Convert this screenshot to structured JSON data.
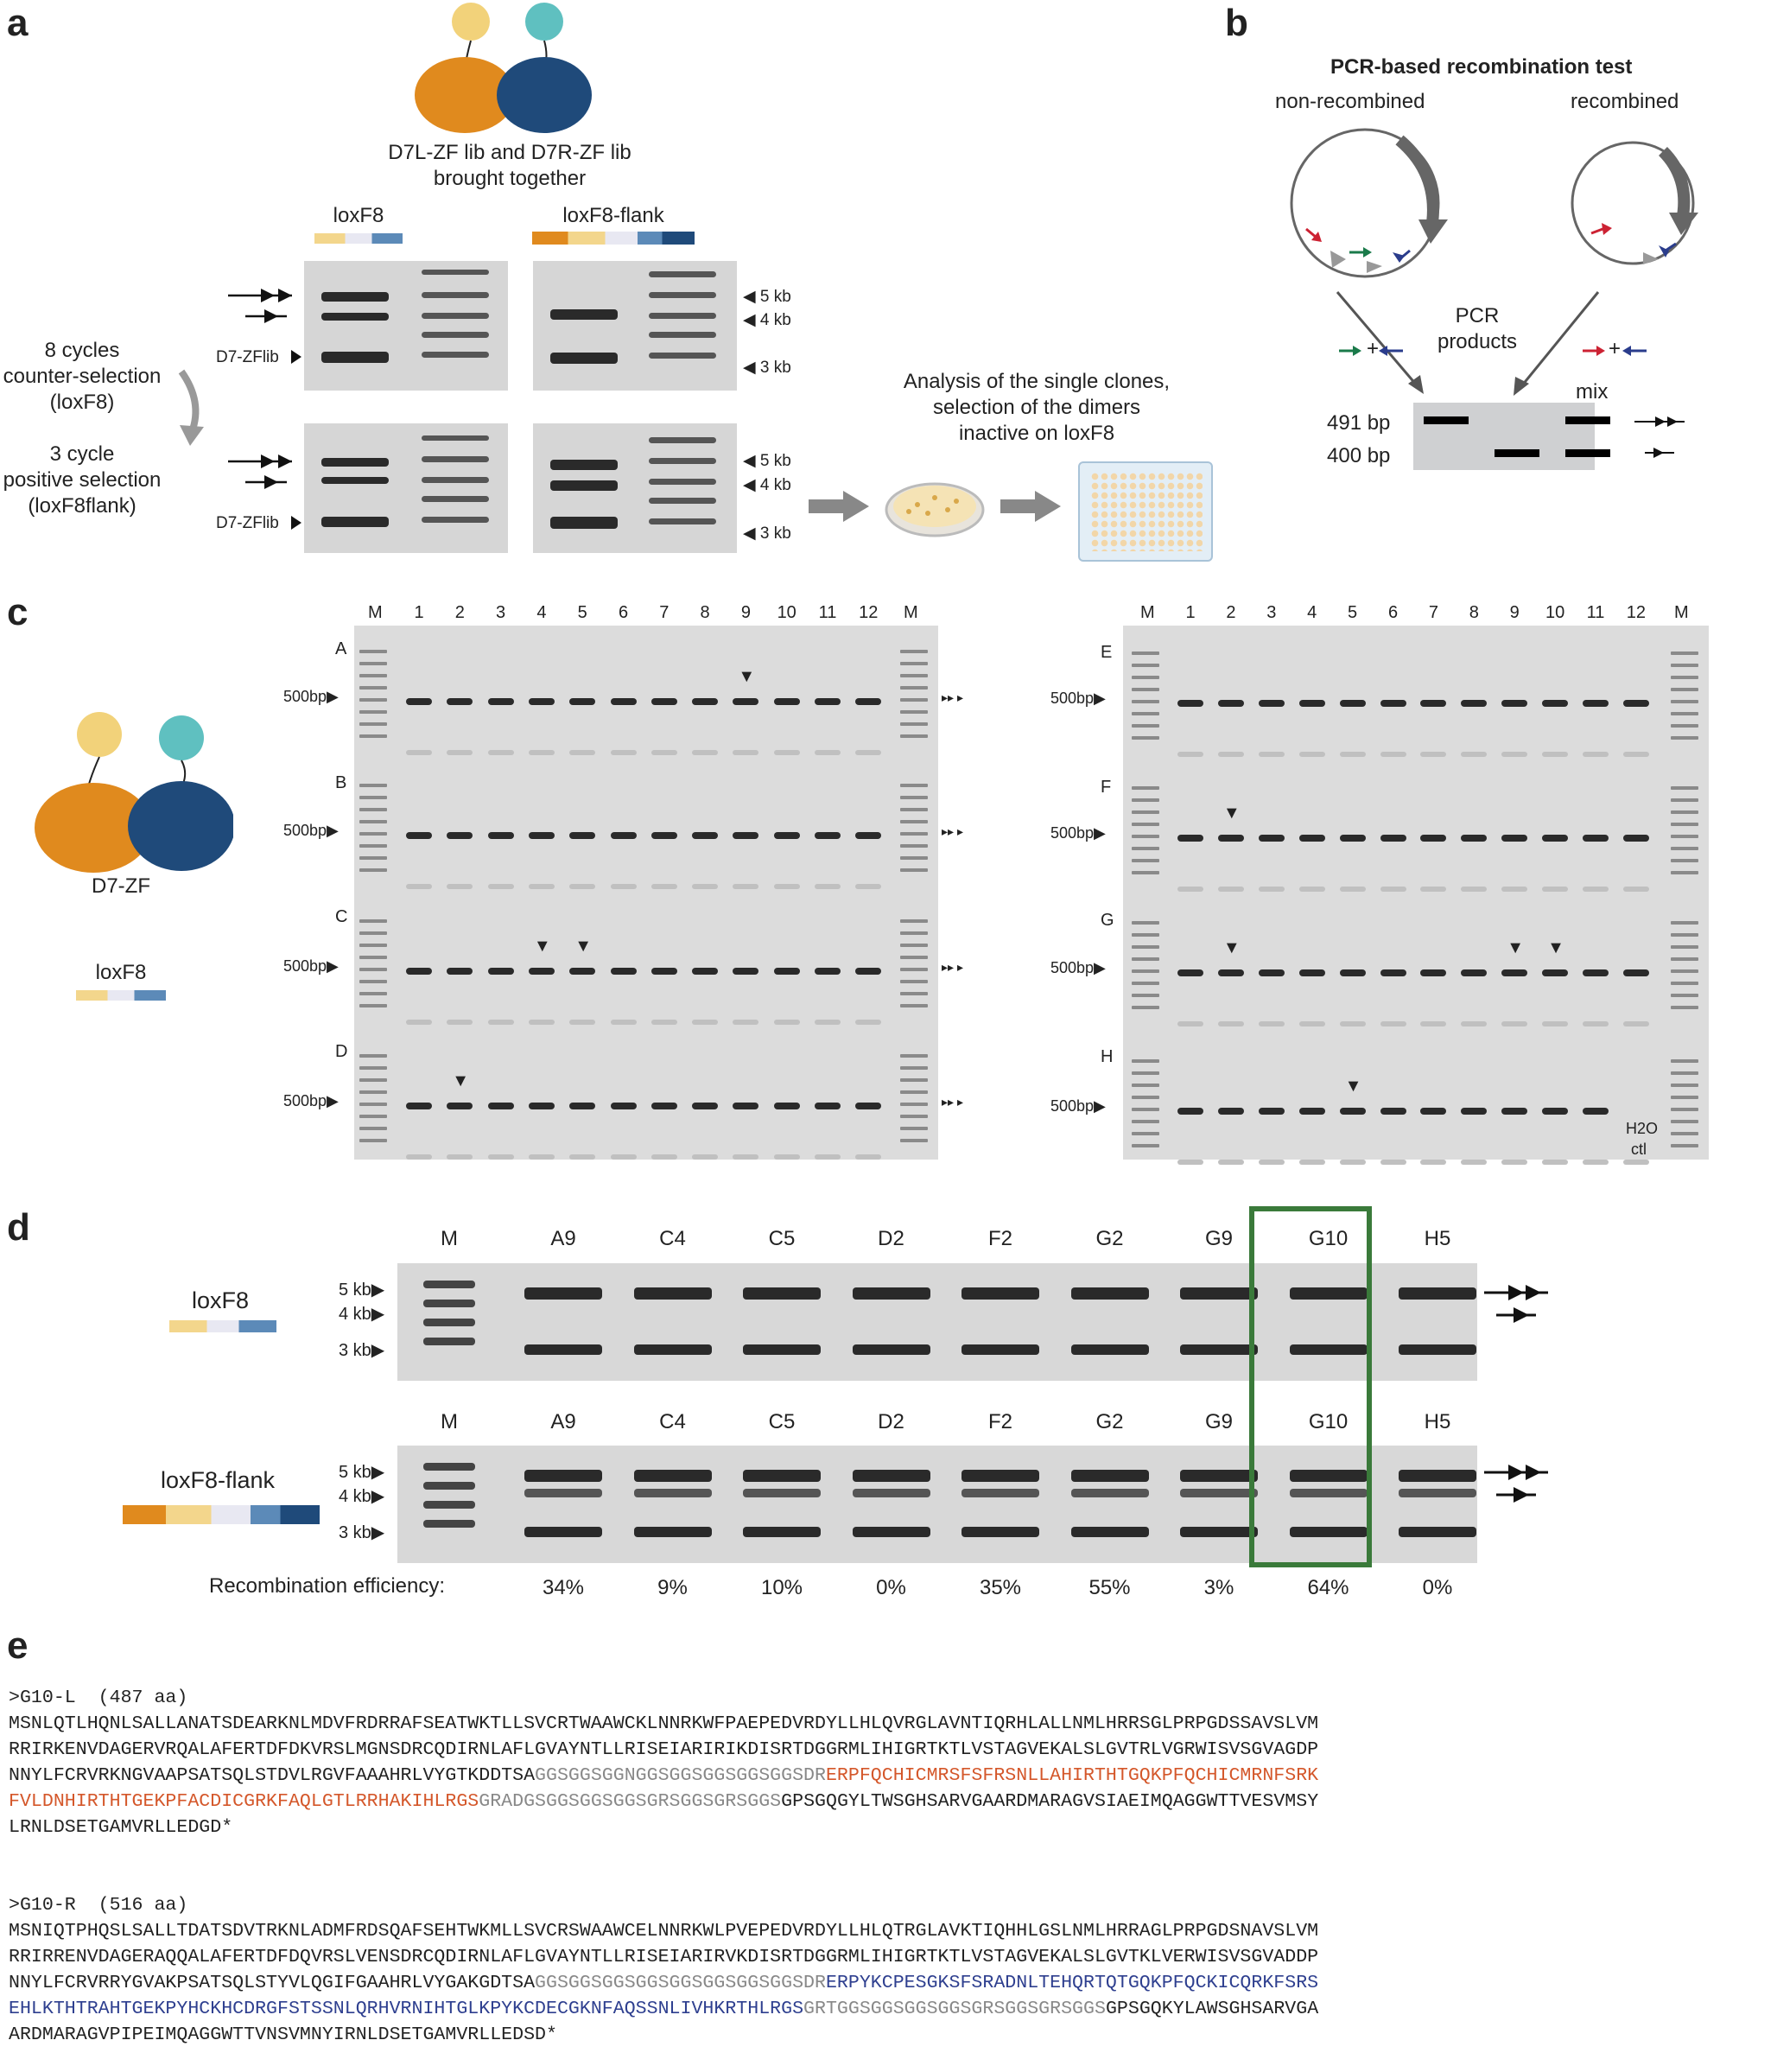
{
  "panel_labels": {
    "a": "a",
    "b": "b",
    "c": "c",
    "d": "d",
    "e": "e"
  },
  "panel_a": {
    "lib_caption_1": "D7L-ZF lib and D7R-ZF lib",
    "lib_caption_2": "brought together",
    "gel_loxf8_label": "loxF8",
    "gel_flank_label": "loxF8-flank",
    "step1_l1": "8 cycles",
    "step1_l2": "counter-selection",
    "step1_l3": "(loxF8)",
    "step2_l1": "3 cycle",
    "step2_l2": "positive selection",
    "step2_l3": "(loxF8flank)",
    "lib_marker": "D7-ZFlib",
    "size_5kb": "5 kb",
    "size_4kb": "4 kb",
    "size_3kb": "3 kb",
    "analysis_l1": "Analysis of the single clones,",
    "analysis_l2": "selection of the dimers",
    "analysis_l3": "inactive on loxF8"
  },
  "panel_b": {
    "title": "PCR-based recombination test",
    "non_recombined": "non-recombined",
    "recombined": "recombined",
    "pcr_products_1": "PCR",
    "pcr_products_2": "products",
    "plus": "+",
    "mix": "mix",
    "size_491": "491 bp",
    "size_400": "400 bp",
    "colors": {
      "red": "#cc2233",
      "green": "#1a7a4a",
      "blue": "#2a3c8c",
      "plasmid": "#666666"
    }
  },
  "panel_c": {
    "construct_label": "D7-ZF",
    "site_label": "loxF8",
    "marker": "M",
    "lanes": [
      "1",
      "2",
      "3",
      "4",
      "5",
      "6",
      "7",
      "8",
      "9",
      "10",
      "11",
      "12"
    ],
    "rows_left": [
      "A",
      "B",
      "C",
      "D"
    ],
    "rows_right": [
      "E",
      "F",
      "G",
      "H"
    ],
    "size_label": "500bp",
    "h2o_1": "H2O",
    "h2o_sub": "2",
    "h2o_2": "ctl"
  },
  "panel_d": {
    "marker": "M",
    "clones": [
      "A9",
      "C4",
      "C5",
      "D2",
      "F2",
      "G2",
      "G9",
      "G10",
      "H5"
    ],
    "loxf8_label": "loxF8",
    "flank_label": "loxF8-flank",
    "sizes": [
      "5 kb",
      "4 kb",
      "3 kb"
    ],
    "efficiency_label": "Recombination efficiency:",
    "efficiencies": [
      "34%",
      "9%",
      "10%",
      "0%",
      "35%",
      "55%",
      "3%",
      "64%",
      "0%"
    ],
    "highlight_clone": "G10",
    "highlight_color": "#3a7a3a"
  },
  "panel_e": {
    "g10l_header": ">G10-L  (487 aa)",
    "g10l": [
      [
        {
          "t": "MSNLQTLHQNLSALLANATSDEARKNLMDVFRDRRAFSEATWKTLLSVCRTWAAWCKLNNRKWFPAEPEDVRDYLLHLQVRGLAVNTIQRHLALLNMLHRRSGLPRPGDSSAVSLVM",
          "c": "k"
        }
      ],
      [
        {
          "t": "RRIRKENVDAGERVRQALAFERTDFDKVRSLMGNSDRCQDIRNLAFLGVAYNTLLRISEIARIRIKDISRTDGGRMLIHIGRTKTLVSTAGVEKALSLGVTRLVGRWISVSGVAGDP",
          "c": "k"
        }
      ],
      [
        {
          "t": "NNYLFCRVRKNGVAAPSATSQLSTDVLRGVFAAAHRLVYGTKDDTSA",
          "c": "k"
        },
        {
          "t": "GGSGGSGGNGGSGGSGGSGGSGGSDR",
          "c": "g"
        },
        {
          "t": "ERPFQCHICMRSFSFRSNLLAHIRTHTGQKPFQCHICMRNFSRK",
          "c": "o"
        }
      ],
      [
        {
          "t": "FVLDNHIRTHTGEKPFACDICGRKFAQLGTLRRHAKIHLRGS",
          "c": "o"
        },
        {
          "t": "GRADGSGGSGGSGGSGRSGGSGRSGGS",
          "c": "g"
        },
        {
          "t": "GPSGQGYLTWSGHSARVGAARDMARAGVSIAEIMQAGGWTTVESVMSY",
          "c": "k"
        }
      ],
      [
        {
          "t": "LRNLDSETGAMVRLLEDGD*",
          "c": "k"
        }
      ]
    ],
    "g10r_header": ">G10-R  (516 aa)",
    "g10r": [
      [
        {
          "t": "MSNIQTPHQSLSALLTDATSDVTRKNLADMFRDSQAFSEHTWKMLLSVCRSWAAWCELNNRKWLPVEPEDVRDYLLHLQTRGLAVKTIQHHLGSLNMLHRRAGLPRPGDSNAVSLVM",
          "c": "k"
        }
      ],
      [
        {
          "t": "RRIRRENVDAGERAQQALAFERTDFDQVRSLVENSDRCQDIRNLAFLGVAYNTLLRISEIARIRVKDISRTDGGRMLIHIGRTKTLVSTAGVEKALSLGVTKLVERWISVSGVADDP",
          "c": "k"
        }
      ],
      [
        {
          "t": "NNYLFCRVRRYGVAKPSATSQLSTYVLQGIFGAAHRLVYGAKGDTSA",
          "c": "k"
        },
        {
          "t": "GGSGGSGGSGGSGGSGGSGGSGGSDR",
          "c": "g"
        },
        {
          "t": "ERPYKCPESGKSFSRADNLTEHQRTQTGQKPFQCKICQRKFSRS",
          "c": "b"
        }
      ],
      [
        {
          "t": "EHLKTHTRAHTGEKPYHCKHCDRGFSTSSNLQRHVRNIHTGLKPYKCDECGKNFAQSSNLIVHKRTHLRGS",
          "c": "b"
        },
        {
          "t": "GRTGGSGGSGGSGGSGRSGGSGRSGGS",
          "c": "g"
        },
        {
          "t": "GPSGQKYLAWSGHSARVGA",
          "c": "k"
        }
      ],
      [
        {
          "t": "ARDMARAGVPIPEIMQAGGWTTVNSVMNYIRNLDSETGAMVRLLEDSD*",
          "c": "k"
        }
      ]
    ]
  }
}
